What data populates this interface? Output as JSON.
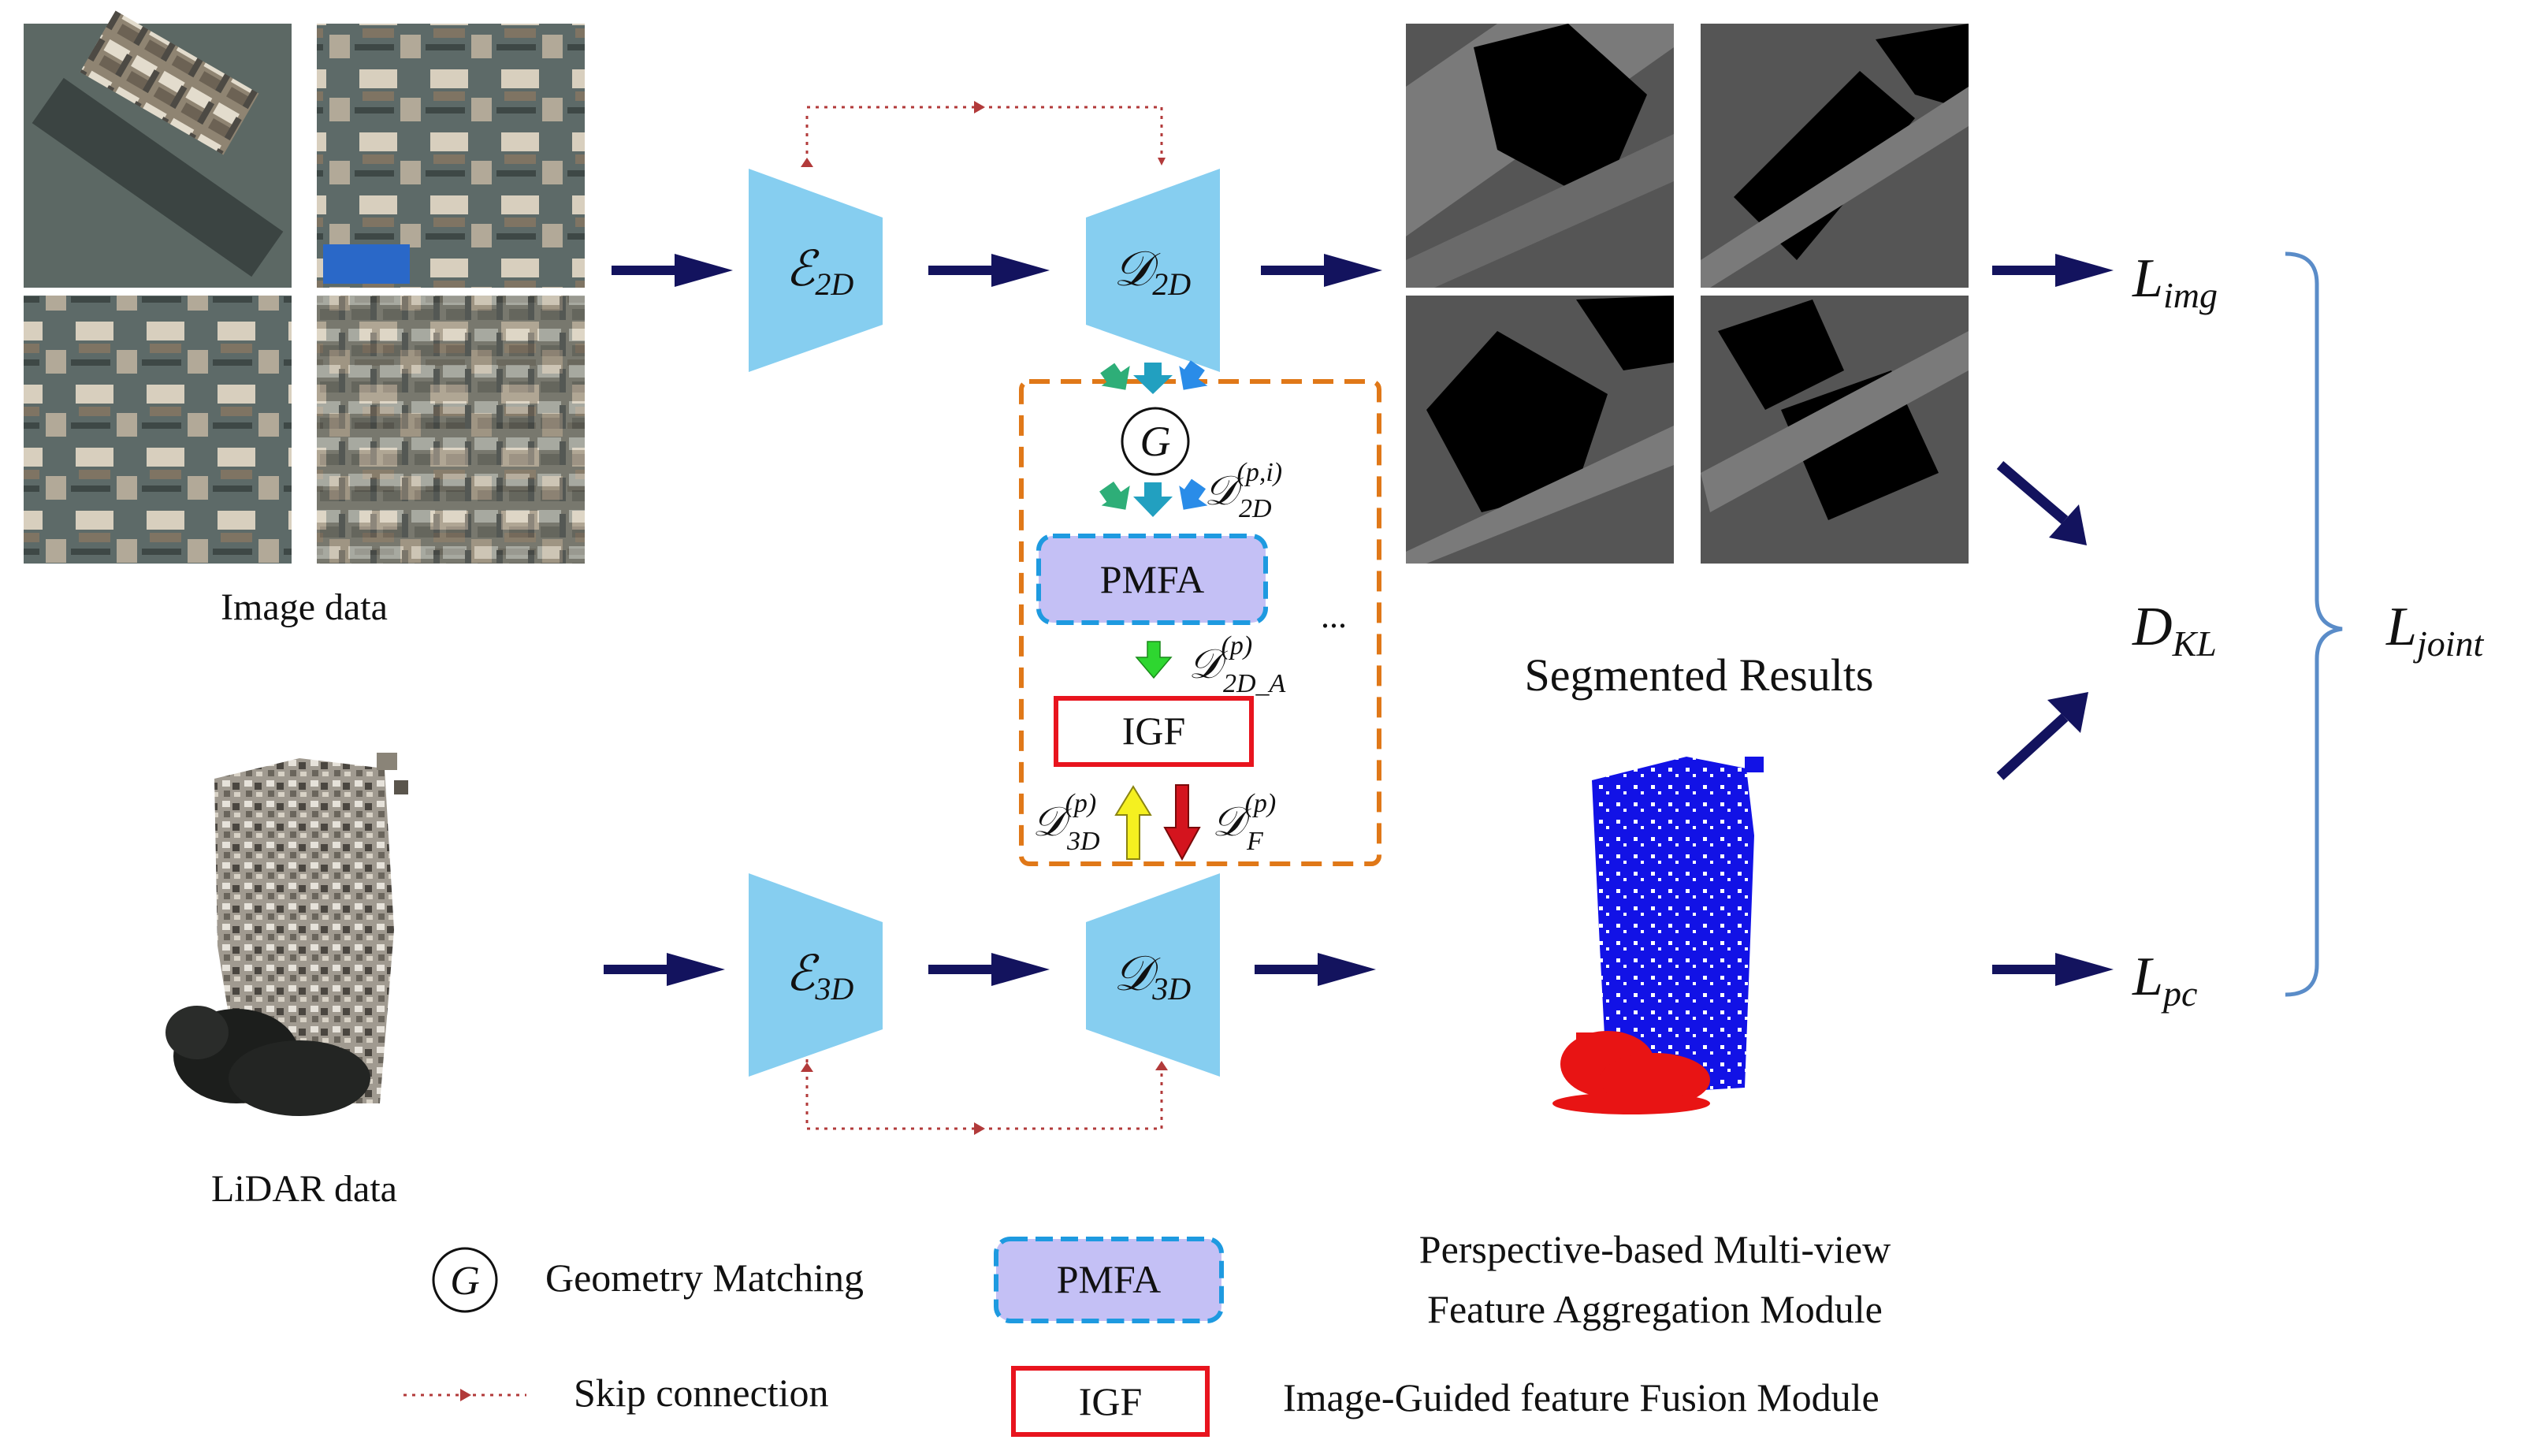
{
  "colors": {
    "trapezoid": "#86CEF0",
    "arrow": "#13135E",
    "skip": "#B23A3A",
    "dashed_box": "#E07818",
    "pmfa_fill": "#C4C0F5",
    "pmfa_border": "#1E9AE0",
    "igf_border": "#E8141E",
    "brace": "#5A8CC8",
    "lidar_blue": "#1212E6",
    "lidar_red": "#E81414"
  },
  "inputs": {
    "image_label": "Image data",
    "lidar_label": "LiDAR data"
  },
  "encoders": {
    "e2d": {
      "base": "ℰ",
      "sub": "2D"
    },
    "d2d": {
      "base": "𝒟",
      "sub": "2D"
    },
    "e3d": {
      "base": "ℰ",
      "sub": "3D"
    },
    "d3d": {
      "base": "𝒟",
      "sub": "3D"
    }
  },
  "module": {
    "g_symbol": "G",
    "d2d_pi": {
      "base": "𝒟",
      "sup": "(p,i)",
      "sub": "2D"
    },
    "pmfa": "PMFA",
    "ellipsis": "...",
    "d2d_a": {
      "base": "𝒟",
      "sup": "(p)",
      "sub": "2D_A"
    },
    "igf": "IGF",
    "d3d_p": {
      "base": "𝒟",
      "sup": "(p)",
      "sub": "3D"
    },
    "df_p": {
      "base": "𝒟",
      "sup": "(p)",
      "sub": "F"
    }
  },
  "results": {
    "label": "Segmented Results"
  },
  "losses": {
    "l_img": {
      "base": "L",
      "sub": "img"
    },
    "d_kl": {
      "base": "D",
      "sub": "KL"
    },
    "l_pc": {
      "base": "L",
      "sub": "pc"
    },
    "l_joint": {
      "base": "L",
      "sub": "joint"
    }
  },
  "legend": {
    "g_symbol": "G",
    "geometry_matching": "Geometry Matching",
    "pmfa_box": "PMFA",
    "pmfa_desc_line1": "Perspective-based Multi-view",
    "pmfa_desc_line2": "Feature Aggregation Module",
    "skip_connection": "Skip connection",
    "igf_box": "IGF",
    "igf_desc": "Image-Guided feature Fusion Module"
  }
}
